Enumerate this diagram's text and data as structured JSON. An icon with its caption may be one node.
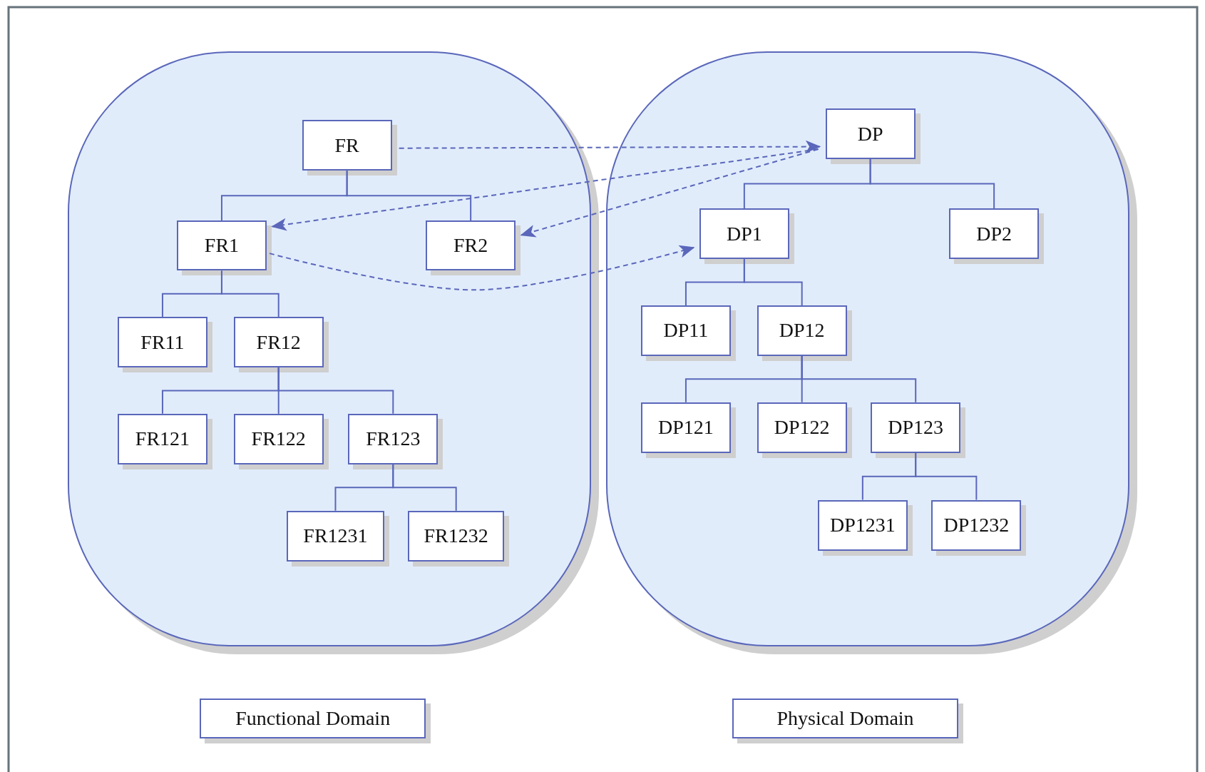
{
  "diagram": {
    "nodes": [
      {
        "text": [],
        "shape": "box"
      },
      {
        "text": [
          "FR"
        ],
        "in": 0
      },
      {
        "text": [
          "FR1"
        ],
        "in": 0
      },
      {
        "text": [
          "FR2"
        ],
        "in": 0
      },
      {
        "text": [
          "FR11"
        ],
        "in": 0
      },
      {
        "text": [
          "FR12"
        ],
        "in": 0
      },
      {
        "text": [
          "FR121"
        ],
        "in": 0
      },
      {
        "text": [
          "FR122"
        ],
        "in": 0
      },
      {
        "text": [
          "FR123"
        ],
        "in": 0
      },
      {
        "text": [
          "FR1231"
        ],
        "in": 0
      },
      {
        "text": [
          "FR1232"
        ],
        "in": 0
      },
      {
        "text": [],
        "shape": "box"
      },
      {
        "text": [
          "DP"
        ],
        "in": 11
      },
      {
        "text": [
          "DP1"
        ],
        "in": 11
      },
      {
        "text": [
          "DP2"
        ],
        "in": 11
      },
      {
        "text": [
          "DP11"
        ],
        "in": 11
      },
      {
        "text": [
          "DP12"
        ],
        "in": 11
      },
      {
        "text": [
          "DP121"
        ],
        "in": 11
      },
      {
        "text": [
          "DP122"
        ],
        "in": 11
      },
      {
        "text": [
          "DP123"
        ],
        "in": 11
      },
      {
        "text": [
          "DP1231"
        ],
        "in": 11
      },
      {
        "text": [
          "DP1232"
        ],
        "in": 11
      },
      {
        "text": [
          "Functional Domain"
        ]
      },
      {
        "text": [
          "Physical Domain"
        ]
      }
    ],
    "edges": [
      {
        "from": 1,
        "to": 2,
        "arrow": "none"
      },
      {
        "from": 1,
        "to": 3,
        "arrow": "none"
      },
      {
        "from": 2,
        "to": 4,
        "arrow": "none"
      },
      {
        "from": 2,
        "to": 5,
        "arrow": "none"
      },
      {
        "from": 5,
        "to": 6,
        "arrow": "none"
      },
      {
        "from": 5,
        "to": 7,
        "arrow": "none"
      },
      {
        "from": 5,
        "to": 8,
        "arrow": "none"
      },
      {
        "from": 8,
        "to": 9,
        "arrow": "none"
      },
      {
        "from": 8,
        "to": 10,
        "arrow": "none"
      },
      {
        "from": 12,
        "to": 13,
        "arrow": "none"
      },
      {
        "from": 12,
        "to": 14,
        "arrow": "none"
      },
      {
        "from": 13,
        "to": 15,
        "arrow": "none"
      },
      {
        "from": 13,
        "to": 16,
        "arrow": "none"
      },
      {
        "from": 16,
        "to": 17,
        "arrow": "none"
      },
      {
        "from": 16,
        "to": 18,
        "arrow": "none"
      },
      {
        "from": 16,
        "to": 19,
        "arrow": "none"
      },
      {
        "from": 19,
        "to": 20,
        "arrow": "none"
      },
      {
        "from": 19,
        "to": 21,
        "arrow": "none"
      },
      {
        "from": 1,
        "to": 12,
        "arrow": "to",
        "style": "dashed"
      },
      {
        "from": 12,
        "to": 2,
        "arrow": "to",
        "style": "dashed"
      },
      {
        "from": 12,
        "to": 3,
        "arrow": "to",
        "style": "dashed"
      },
      {
        "from": 2,
        "to": 13,
        "arrow": "to",
        "style": "dashed"
      }
    ]
  }
}
